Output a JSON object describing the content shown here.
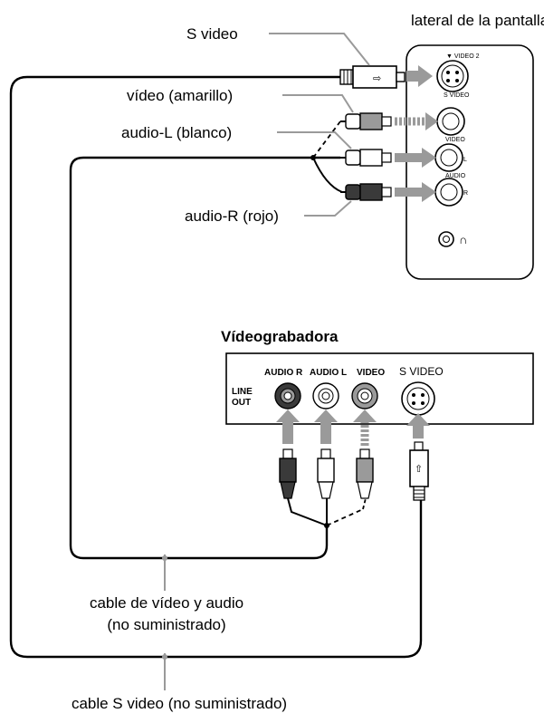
{
  "panel": {
    "title": "lateral de la pantalla",
    "jack_video2": "▼ VIDEO 2",
    "jack_svideo": "S VIDEO",
    "jack_video": "VIDEO",
    "jack_l": "L",
    "jack_audio": "AUDIO",
    "jack_r": "R",
    "headphone_symbol": "∩"
  },
  "cables": {
    "svideo": "S video",
    "video_yellow": "vídeo (amarillo)",
    "audio_l_white": "audio-L (blanco)",
    "audio_r_red": "audio-R (rojo)"
  },
  "vcr": {
    "title": "Vídeograbadora",
    "line_out_1": "LINE",
    "line_out_2": "OUT",
    "audio_r": "AUDIO R",
    "audio_l": "AUDIO L",
    "video": "VIDEO",
    "s_video": "S VIDEO"
  },
  "bottom": {
    "av_cable_1": "cable de vídeo y audio",
    "av_cable_2": "(no suministrado)",
    "svideo_cable": "cable S video (no suministrado)"
  },
  "colors": {
    "arrow": "#9a9a9a",
    "line": "#000000",
    "dark_plug": "#3a3a3a"
  }
}
